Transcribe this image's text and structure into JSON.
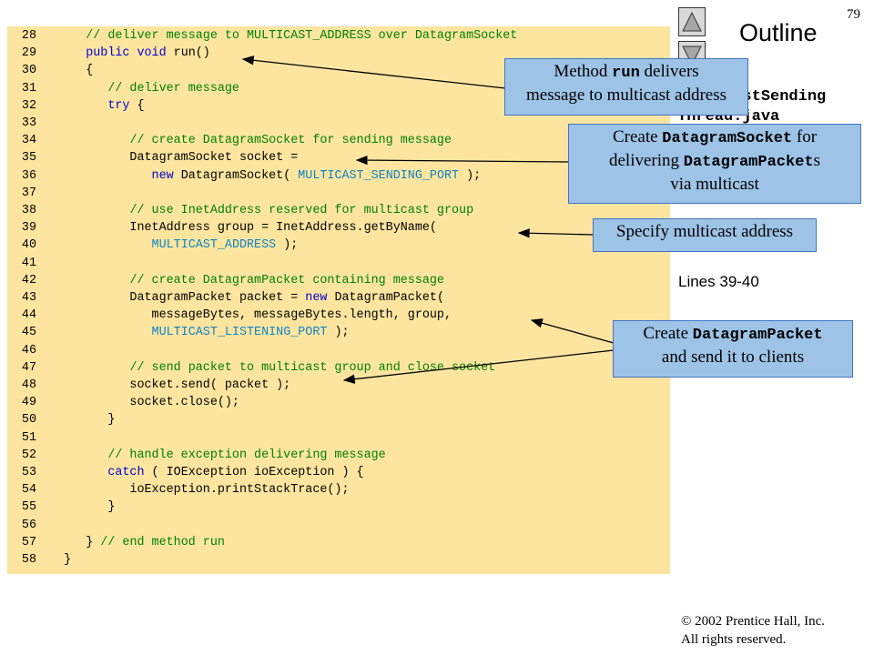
{
  "page_number": "79",
  "outline": {
    "title": "Outline",
    "file_name": "MulticastSending\nThread.java",
    "lines_note": "Lines 39-40",
    "up_icon": "triangle-up-icon",
    "down_icon": "triangle-down-icon"
  },
  "code": [
    {
      "n": "28",
      "parts": [
        {
          "t": "      "
        },
        {
          "c": "comment",
          "t": "// deliver message to MULTICAST_ADDRESS over DatagramSocket"
        }
      ]
    },
    {
      "n": "29",
      "parts": [
        {
          "t": "      "
        },
        {
          "c": "kw",
          "t": "public void"
        },
        {
          "t": " run()"
        }
      ]
    },
    {
      "n": "30",
      "parts": [
        {
          "t": "      {"
        }
      ]
    },
    {
      "n": "31",
      "parts": [
        {
          "t": "         "
        },
        {
          "c": "comment",
          "t": "// deliver message"
        }
      ]
    },
    {
      "n": "32",
      "parts": [
        {
          "t": "         "
        },
        {
          "c": "kw",
          "t": "try"
        },
        {
          "t": " {"
        }
      ]
    },
    {
      "n": "33",
      "parts": []
    },
    {
      "n": "34",
      "parts": [
        {
          "t": "            "
        },
        {
          "c": "comment",
          "t": "// create DatagramSocket for sending message"
        }
      ]
    },
    {
      "n": "35",
      "parts": [
        {
          "t": "            DatagramSocket socket ="
        }
      ]
    },
    {
      "n": "36",
      "parts": [
        {
          "t": "               "
        },
        {
          "c": "kw",
          "t": "new"
        },
        {
          "t": " DatagramSocket( "
        },
        {
          "c": "field",
          "t": "MULTICAST_SENDING_PORT"
        },
        {
          "t": " );"
        }
      ]
    },
    {
      "n": "37",
      "parts": []
    },
    {
      "n": "38",
      "parts": [
        {
          "t": "            "
        },
        {
          "c": "comment",
          "t": "// use InetAddress reserved for multicast group"
        }
      ]
    },
    {
      "n": "39",
      "parts": [
        {
          "t": "            InetAddress group = InetAddress.getByName("
        }
      ]
    },
    {
      "n": "40",
      "parts": [
        {
          "t": "               "
        },
        {
          "c": "field",
          "t": "MULTICAST_ADDRESS"
        },
        {
          "t": " );"
        }
      ]
    },
    {
      "n": "41",
      "parts": []
    },
    {
      "n": "42",
      "parts": [
        {
          "t": "            "
        },
        {
          "c": "comment",
          "t": "// create DatagramPacket containing message"
        }
      ]
    },
    {
      "n": "43",
      "parts": [
        {
          "t": "            DatagramPacket packet = "
        },
        {
          "c": "kw",
          "t": "new"
        },
        {
          "t": " DatagramPacket("
        }
      ]
    },
    {
      "n": "44",
      "parts": [
        {
          "t": "               messageBytes, messageBytes.length, group,"
        }
      ]
    },
    {
      "n": "45",
      "parts": [
        {
          "t": "               "
        },
        {
          "c": "field",
          "t": "MULTICAST_LISTENING_PORT"
        },
        {
          "t": " );"
        }
      ]
    },
    {
      "n": "46",
      "parts": []
    },
    {
      "n": "47",
      "parts": [
        {
          "t": "            "
        },
        {
          "c": "comment",
          "t": "// send packet to multicast group and close socket"
        }
      ]
    },
    {
      "n": "48",
      "parts": [
        {
          "t": "            socket.send( packet );"
        }
      ]
    },
    {
      "n": "49",
      "parts": [
        {
          "t": "            socket.close();"
        }
      ]
    },
    {
      "n": "50",
      "parts": [
        {
          "t": "         }"
        }
      ]
    },
    {
      "n": "51",
      "parts": []
    },
    {
      "n": "52",
      "parts": [
        {
          "t": "         "
        },
        {
          "c": "comment",
          "t": "// handle exception delivering message"
        }
      ]
    },
    {
      "n": "53",
      "parts": [
        {
          "t": "         "
        },
        {
          "c": "kw",
          "t": "catch"
        },
        {
          "t": " ( IOException ioException ) {"
        }
      ]
    },
    {
      "n": "54",
      "parts": [
        {
          "t": "            ioException.printStackTrace();"
        }
      ]
    },
    {
      "n": "55",
      "parts": [
        {
          "t": "         }"
        }
      ]
    },
    {
      "n": "56",
      "parts": []
    },
    {
      "n": "57",
      "parts": [
        {
          "t": "      } "
        },
        {
          "c": "comment",
          "t": "// end method run"
        }
      ]
    },
    {
      "n": "58",
      "parts": [
        {
          "t": "   }"
        }
      ]
    }
  ],
  "callouts": {
    "run": {
      "a": "Method ",
      "code": "run",
      "b": " delivers\nmessage to multicast address"
    },
    "socket": {
      "a": "Create ",
      "code": "DatagramSocket",
      "b": " for\ndelivering ",
      "code2": "DatagramPacket",
      "c": "s\nvia multicast"
    },
    "address": {
      "text": "Specify multicast address"
    },
    "packet": {
      "a": "Create ",
      "code": "DatagramPacket",
      "b": "\nand send it to clients"
    }
  },
  "copyright": {
    "symbol": "©",
    "line1": " 2002 Prentice Hall, Inc.",
    "line2": "All rights reserved."
  },
  "colors": {
    "code_background": "#fde5a0",
    "callout_background": "#9dc3e6",
    "comment": "#008000",
    "keyword": "#0000cc",
    "constant": "#0f83c5"
  }
}
